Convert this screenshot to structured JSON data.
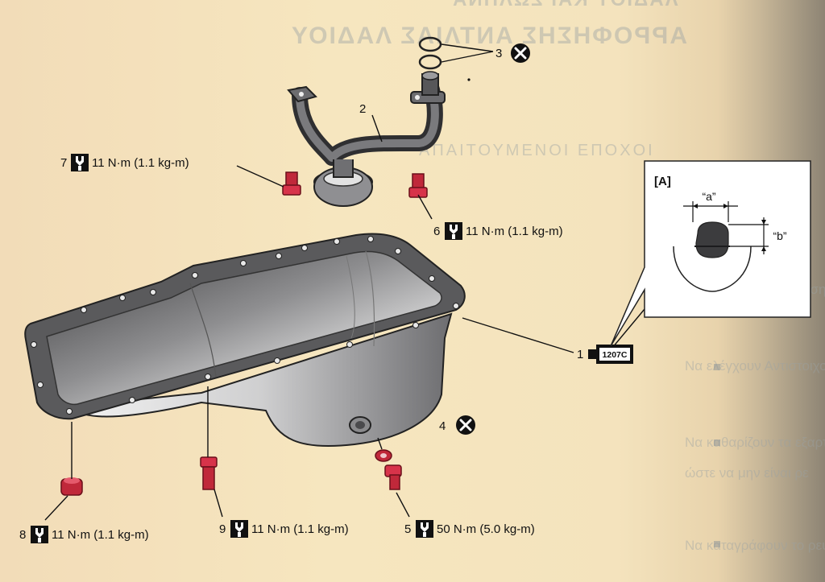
{
  "colors": {
    "paper": "#f5e4bd",
    "pan": "#5a5a5c",
    "bolt": "#c0283a",
    "ink": "#111111"
  },
  "callouts": {
    "c1": {
      "num": "1",
      "tag": "1207C"
    },
    "c2": {
      "num": "2"
    },
    "c3": {
      "num": "3",
      "icon": "no-reuse-icon"
    },
    "c4": {
      "num": "4",
      "icon": "no-reuse-icon"
    },
    "c5": {
      "num": "5",
      "icon": "torque-wrench-icon",
      "torque": "50 N·m (5.0 kg-m)"
    },
    "c6": {
      "num": "6",
      "icon": "torque-wrench-icon",
      "torque": "11 N·m (1.1 kg-m)"
    },
    "c7": {
      "num": "7",
      "icon": "torque-wrench-icon",
      "torque": "11 N·m (1.1 kg-m)"
    },
    "c8": {
      "num": "8",
      "icon": "torque-wrench-icon",
      "torque": "11 N·m (1.1 kg-m)"
    },
    "c9": {
      "num": "9",
      "icon": "torque-wrench-icon",
      "torque": "11 N·m (1.1 kg-m)"
    }
  },
  "detail": {
    "title": "[A]",
    "dim_a": "“a”",
    "dim_b": "“b”"
  }
}
